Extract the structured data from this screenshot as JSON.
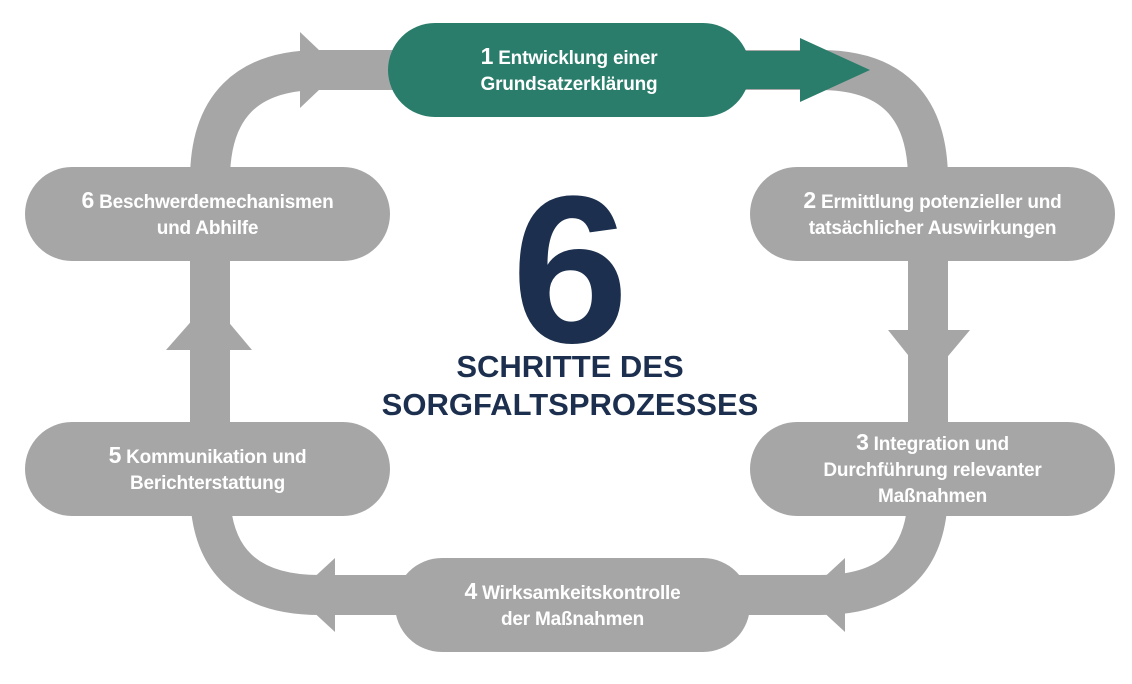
{
  "center": {
    "number": "6",
    "title_line1": "SCHRITTE DES",
    "title_line2": "SORGFALTSPROZESSES"
  },
  "steps": [
    {
      "num": "1",
      "line1": "Entwicklung einer",
      "line2": "Grundsatzerklärung",
      "line3": ""
    },
    {
      "num": "2",
      "line1": "Ermittlung potenzieller und",
      "line2": "tatsächlicher Auswirkungen",
      "line3": ""
    },
    {
      "num": "3",
      "line1": "Integration und",
      "line2": "Durchführung relevanter",
      "line3": "Maßnahmen"
    },
    {
      "num": "4",
      "line1": "Wirksamkeitskontrolle",
      "line2": "der Maßnahmen",
      "line3": ""
    },
    {
      "num": "5",
      "line1": "Kommunikation und",
      "line2": "Berichterstattung",
      "line3": ""
    },
    {
      "num": "6",
      "line1": "Beschwerdemechanismen",
      "line2": "und Abhilfe",
      "line3": ""
    }
  ],
  "colors": {
    "active": "#2a7d6b",
    "inactive": "#a6a6a6",
    "navy": "#1c2f4e"
  }
}
